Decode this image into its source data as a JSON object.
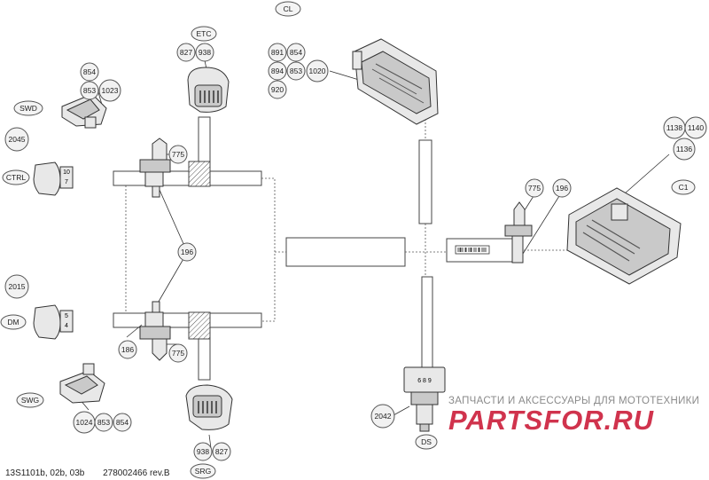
{
  "callouts": {
    "c854_swd": "854",
    "c853_swd": "853",
    "c1023": "1023",
    "c827_etc": "827",
    "c938_etc": "938",
    "c891": "891",
    "c854_cl": "854",
    "c894": "894",
    "c853_cl": "853",
    "c1020": "1020",
    "c920": "920",
    "c2045": "2045",
    "c775_top": "775",
    "c196_mid": "196",
    "c2015": "2015",
    "c186": "186",
    "c775_bot": "775",
    "c1024": "1024",
    "c853_swg": "853",
    "c854_swg": "854",
    "c938_srg": "938",
    "c827_srg": "827",
    "c775_right": "775",
    "c196_right": "196",
    "c1138": "1138",
    "c1140": "1140",
    "c1136": "1136",
    "c2042": "2042"
  },
  "tags": {
    "cl": "CL",
    "etc": "ETC",
    "swd": "SWD",
    "ctrl": "CTRL",
    "dm": "DM",
    "swg": "SWG",
    "srg": "SRG",
    "ds": "DS",
    "c1": "C1"
  },
  "labels": {
    "ctrl_pins_top": "10",
    "ctrl_pins_bot": "7",
    "dm_pins_top": "5",
    "dm_pins_bot": "4",
    "ds_pins": "6 8 9"
  },
  "footer": {
    "code": "13S1101b, 02b, 03b",
    "part_no": "278002466 rev.B"
  },
  "watermark": {
    "tagline": "ЗАПЧАСТИ И АКСЕССУАРЫ ДЛЯ МОТОТЕХНИКИ",
    "logo": "PARTSFOR.RU"
  }
}
